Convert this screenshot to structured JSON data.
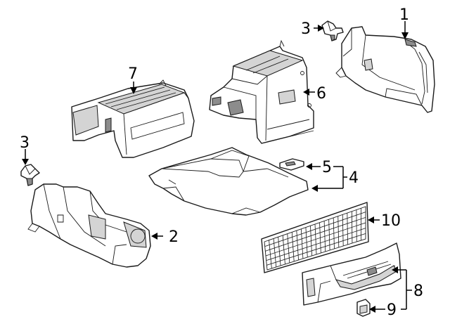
{
  "callouts": {
    "c1": "1",
    "c2": "2",
    "c3a": "3",
    "c3b": "3",
    "c4": "4",
    "c5": "5",
    "c6": "6",
    "c7": "7",
    "c8": "8",
    "c9": "9",
    "c10": "10"
  },
  "colors": {
    "line": "#1a1a1a",
    "shade": "#8c8c8c",
    "background": "#ffffff"
  }
}
